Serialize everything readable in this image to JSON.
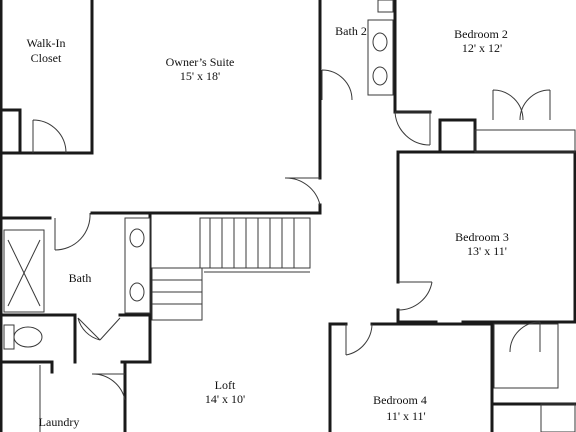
{
  "rooms": {
    "walk_in_closet": {
      "name_line1": "Walk-In",
      "name_line2": "Closet"
    },
    "owners_suite": {
      "name": "Owner’s Suite",
      "size": "15' x 18'"
    },
    "bath_2": {
      "name": "Bath 2"
    },
    "bedroom_2": {
      "name": "Bedroom 2",
      "size": "12' x 12'"
    },
    "bedroom_3": {
      "name": "Bedroom 3",
      "size": "13' x 11'"
    },
    "bath": {
      "name": "Bath"
    },
    "loft": {
      "name": "Loft",
      "size": "14' x 10'"
    },
    "bedroom_4": {
      "name": "Bedroom 4",
      "size": "11' x 11'"
    },
    "laundry": {
      "name": "Laundry"
    }
  },
  "colors": {
    "wall": "#1a1a1a",
    "line": "#3a3a3a",
    "background": "#ffffff"
  }
}
